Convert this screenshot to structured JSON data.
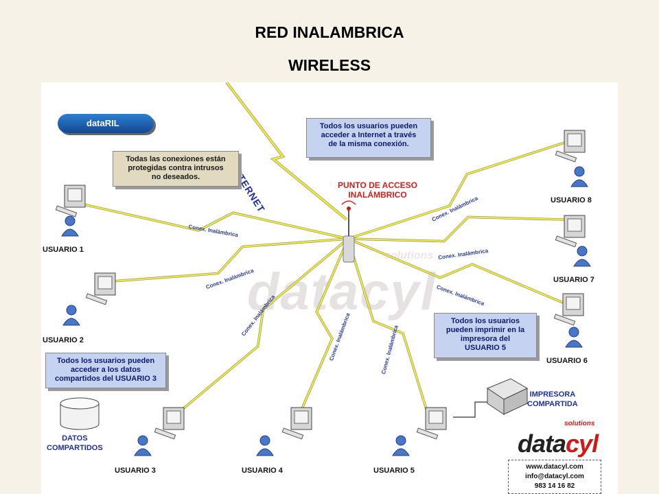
{
  "slide": {
    "title": "RED INALAMBRICA",
    "subtitle": "WIRELESS"
  },
  "diagram": {
    "badge": "dataRIL",
    "watermark": "datacyl",
    "watermark_tag": "solutions",
    "internet_label": "INTERNET",
    "access_point": {
      "line1": "PUNTO DE ACCESO",
      "line2": "INALÁMBRICO"
    },
    "link_label": "Conex. Inalámbrica",
    "users": [
      {
        "id": "usuario-1",
        "label": "USUARIO 1"
      },
      {
        "id": "usuario-2",
        "label": "USUARIO 2"
      },
      {
        "id": "usuario-3",
        "label": "USUARIO 3"
      },
      {
        "id": "usuario-4",
        "label": "USUARIO 4"
      },
      {
        "id": "usuario-5",
        "label": "USUARIO 5"
      },
      {
        "id": "usuario-6",
        "label": "USUARIO 6"
      },
      {
        "id": "usuario-7",
        "label": "USUARIO 7"
      },
      {
        "id": "usuario-8",
        "label": "USUARIO 8"
      }
    ],
    "notes": {
      "internet": [
        "Todos los usuarios pueden",
        "acceder a Internet a través",
        "de la misma conexión."
      ],
      "security": [
        "Todas las conexiones están",
        "protegidas contra intrusos",
        "no deseados."
      ],
      "shared_data": [
        "Todos los usuarios pueden",
        "acceder a los datos",
        "compartidos del USUARIO 3"
      ],
      "printing": [
        "Todos los usuarios",
        "pueden imprimir en la",
        "impresora del",
        "USUARIO 5"
      ]
    },
    "shared_data_label": [
      "DATOS",
      "COMPARTIDOS"
    ],
    "printer_label": [
      "IMPRESORA",
      "COMPARTIDA"
    ],
    "logo": {
      "brand_main": "data",
      "brand_accent": "cyl",
      "tagline": "solutions",
      "web": "www.datacyl.com",
      "email": "info@datacyl.com",
      "phone": "983 14 16 82"
    },
    "colors": {
      "bolt": "#f2ee2c",
      "note_blue": "#c5d3f0",
      "note_tan": "#e1d9c0",
      "ap_title": "#d0201c",
      "brand_red": "#cc1a17"
    }
  }
}
